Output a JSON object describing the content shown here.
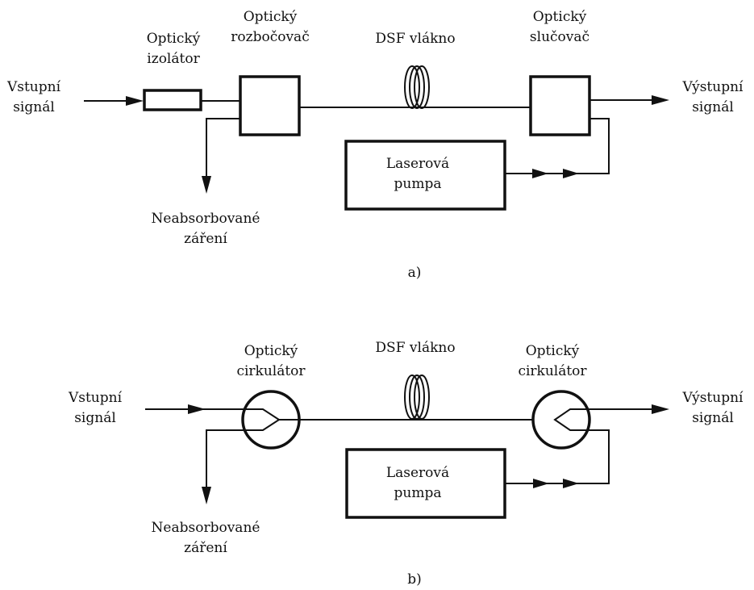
{
  "panel_a": {
    "caption": "a)",
    "input": [
      "Vstupní",
      "signál"
    ],
    "isolator": [
      "Optický",
      "izolátor"
    ],
    "splitter": [
      "Optický",
      "rozbočovač"
    ],
    "fiber": "DSF vlákno",
    "combiner": [
      "Optický",
      "slučovač"
    ],
    "output": [
      "Výstupní",
      "signál"
    ],
    "pump": [
      "Laserová",
      "pumpa"
    ],
    "residual": [
      "Neabsorbované",
      "záření"
    ]
  },
  "panel_b": {
    "caption": "b)",
    "input": [
      "Vstupní",
      "signál"
    ],
    "circulator_left": [
      "Optický",
      "cirkulátor"
    ],
    "fiber": "DSF vlákno",
    "circulator_right": [
      "Optický",
      "cirkulátor"
    ],
    "output": [
      "Výstupní",
      "signál"
    ],
    "pump": [
      "Laserová",
      "pumpa"
    ],
    "residual": [
      "Neabsorbované",
      "záření"
    ]
  }
}
